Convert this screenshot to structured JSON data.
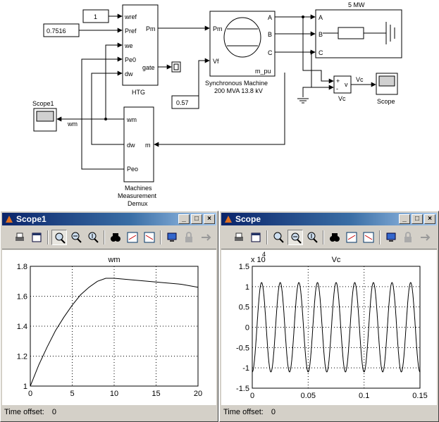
{
  "diagram": {
    "const_wref": "1",
    "const_pref": "0.7516",
    "const_vf": "0.57",
    "htg": {
      "title": "HTG",
      "ports": [
        "wref",
        "Pref",
        "we",
        "Pe0",
        "dw"
      ],
      "out_pm": "Pm",
      "out_gate": "gate"
    },
    "sm": {
      "title_line1": "Synchronous Machine",
      "title_line2": "200 MVA 13.8 kV",
      "in_pm": "Pm",
      "in_vf": "Vf",
      "out_a": "A",
      "out_b": "B",
      "out_c": "C",
      "out_mpu": "m_pu"
    },
    "load": {
      "title": "5 MW",
      "a": "A",
      "b": "B",
      "c": "C"
    },
    "vm": {
      "title": "Vc",
      "plus": "+",
      "minus": "-",
      "v": "v",
      "out": "Vc"
    },
    "scope_label": "Scope",
    "scope1_label": "Scope1",
    "demux": {
      "title_line1": "Machines",
      "title_line2": "Measurement",
      "title_line3": "Demux",
      "wm": "wm",
      "dw": "dw",
      "peo": "Peo",
      "m": "m"
    },
    "signal_wm": "wm"
  },
  "scope1_window": {
    "title": "Scope1",
    "status_label": "Time offset:",
    "status_value": "0",
    "chart_data": {
      "type": "line",
      "title": "wm",
      "xlim": [
        0,
        20
      ],
      "ylim": [
        1,
        1.8
      ],
      "x_ticks": [
        "0",
        "5",
        "10",
        "15",
        "20"
      ],
      "y_ticks": [
        "1",
        "1.2",
        "1.4",
        "1.6",
        "1.8"
      ],
      "grid": true,
      "series": [
        {
          "x": [
            0,
            1,
            2,
            3,
            4,
            5,
            6,
            7,
            8,
            9,
            10,
            12,
            14,
            16,
            18,
            20
          ],
          "y": [
            1.0,
            1.14,
            1.26,
            1.37,
            1.46,
            1.54,
            1.61,
            1.66,
            1.7,
            1.72,
            1.72,
            1.71,
            1.7,
            1.69,
            1.68,
            1.66
          ]
        }
      ]
    }
  },
  "scope_window": {
    "title": "Scope",
    "status_label": "Time offset:",
    "status_value": "0",
    "chart_data": {
      "type": "line",
      "title": "Vc",
      "xlim": [
        0,
        0.15
      ],
      "ylim": [
        -1.5,
        1.5
      ],
      "y_multiplier": "x 10",
      "y_exponent": "4",
      "x_ticks": [
        "0",
        "0.05",
        "0.1",
        "0.15"
      ],
      "y_ticks": [
        "1.5",
        "1",
        "0.5",
        "0",
        "-0.5",
        "-1",
        "-1.5"
      ],
      "grid": true,
      "series": [
        {
          "amplitude": 1.1,
          "frequency_hz": 60,
          "phase_deg": -90
        }
      ]
    }
  }
}
